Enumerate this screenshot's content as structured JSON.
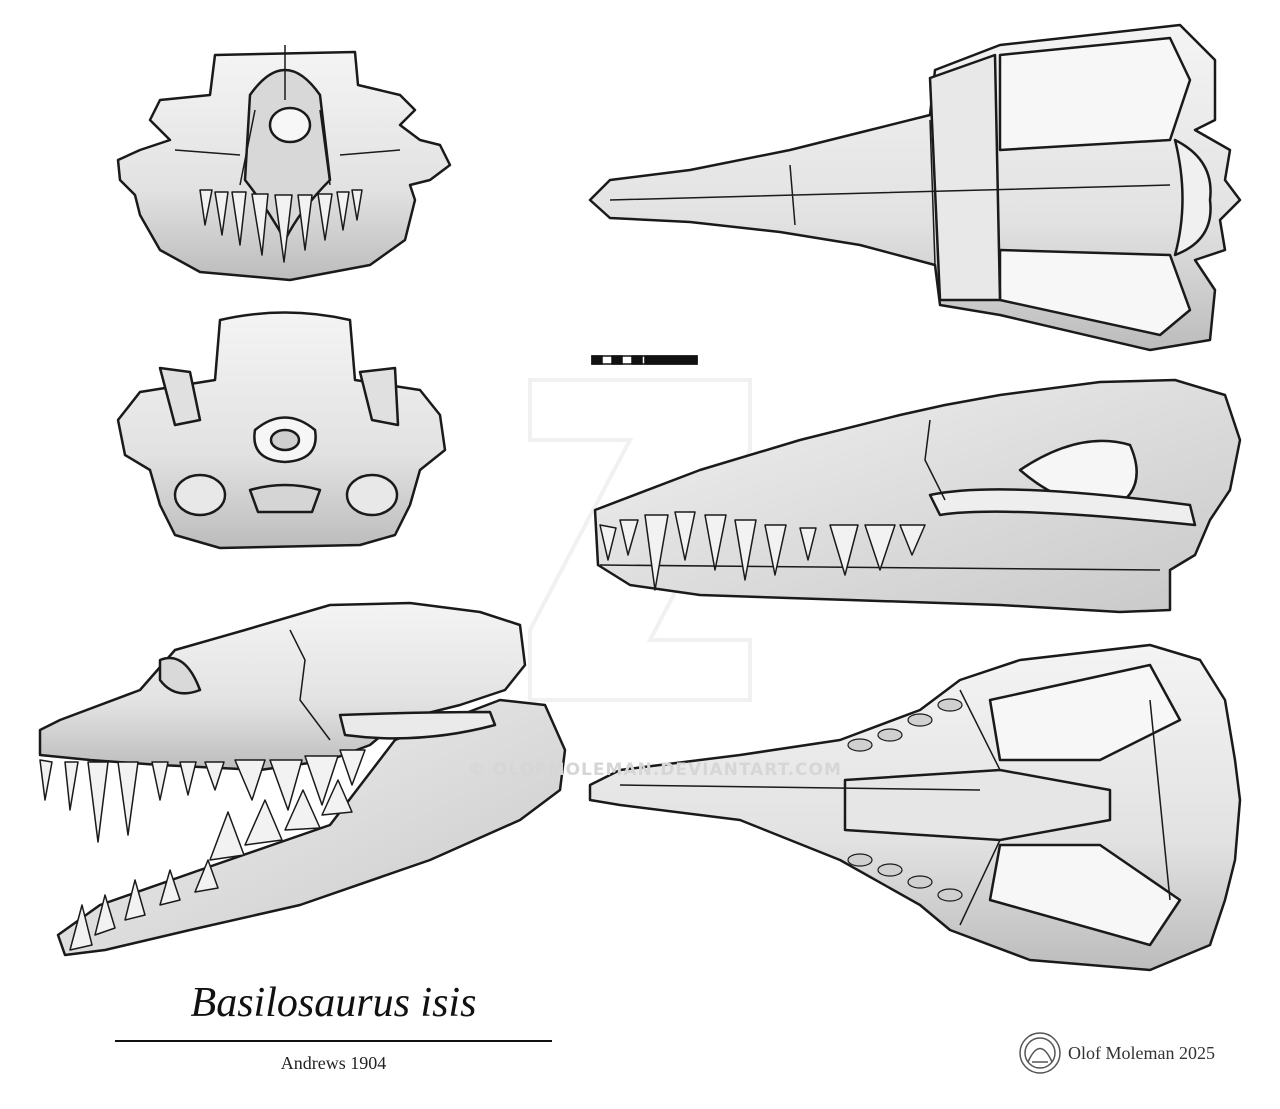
{
  "figure": {
    "title": "Basilosaurus isis",
    "subtitle": "Andrews 1904",
    "credit": "Olof Moleman 2025",
    "watermark": "© OLOFMOLEMAN.DEVIANTART.COM"
  },
  "views": [
    {
      "name": "skull-anterior-view"
    },
    {
      "name": "skull-posterior-view"
    },
    {
      "name": "skull-lateral-open-jaw-view"
    },
    {
      "name": "skull-dorsal-view"
    },
    {
      "name": "skull-lateral-view"
    },
    {
      "name": "skull-ventral-view"
    }
  ],
  "colors": {
    "bone": "#e6e6e6",
    "bone_shadow": "#bdbdbd",
    "outline": "#1a1a1a",
    "tooth": "#f2f2f2"
  },
  "icons": {
    "logo": "artist-monogram-icon",
    "scale_bar": "scale-bar"
  }
}
